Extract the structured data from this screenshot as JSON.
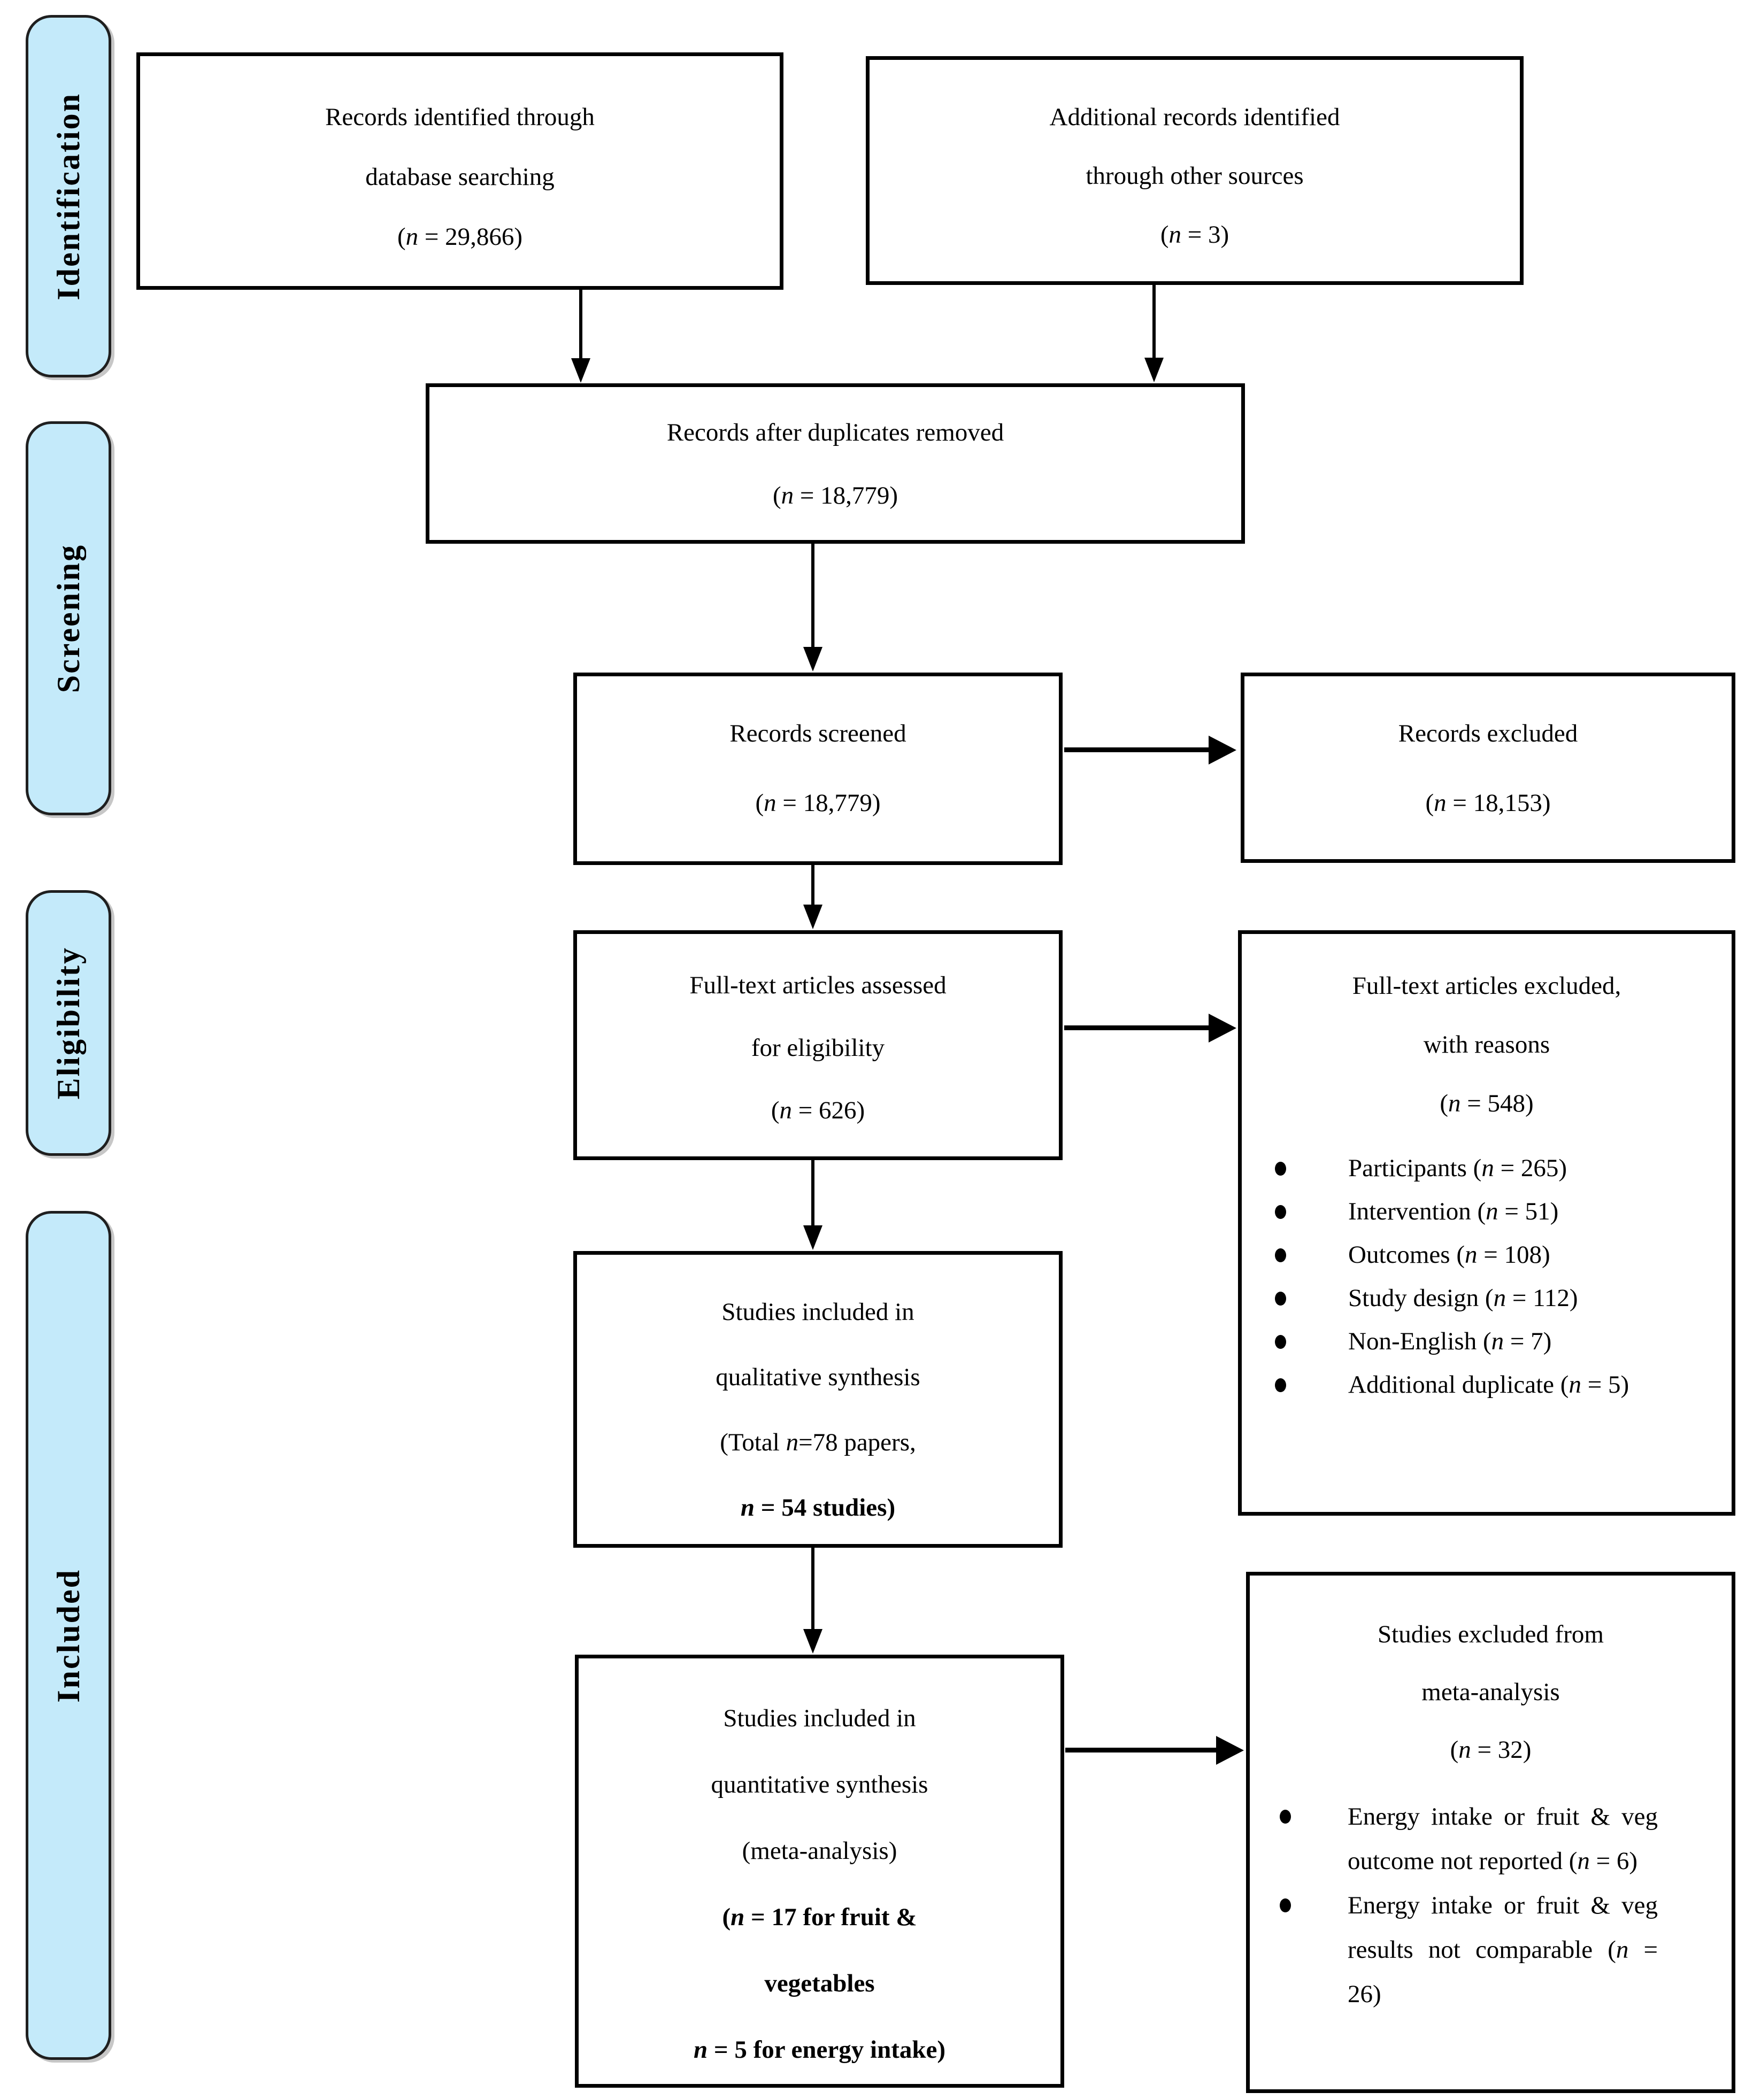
{
  "sidebar": {
    "identification": "Identification",
    "screening": "Screening",
    "eligibility": "Eligibility",
    "included": "Included"
  },
  "boxes": {
    "records_identified": {
      "lines": [
        "Records identified through",
        "database searching",
        "(n = 29,866)"
      ]
    },
    "additional_records": {
      "lines": [
        "Additional records identified",
        "through other sources",
        "(n = 3)"
      ]
    },
    "duplicates_removed": {
      "lines": [
        "Records after duplicates removed",
        "(n = 18,779)"
      ]
    },
    "records_screened": {
      "lines": [
        "Records screened",
        "(n = 18,779)"
      ]
    },
    "records_excluded": {
      "lines": [
        "Records excluded",
        "(n = 18,153)"
      ]
    },
    "fulltext_assessed": {
      "lines": [
        "Full-text articles assessed",
        "for eligibility",
        "(n = 626)"
      ]
    },
    "fulltext_excluded": {
      "heading": [
        "Full-text articles excluded,",
        "with reasons",
        "(n = 548)"
      ],
      "bullets": [
        "Participants (n = 265)",
        "Intervention (n = 51)",
        "Outcomes (n = 108)",
        "Study design (n = 112)",
        "Non-English (n = 7)",
        "Additional duplicate (n = 5)"
      ]
    },
    "qualitative_synthesis": {
      "lines": [
        "Studies included in",
        "qualitative synthesis",
        "(Total n=78 papers,",
        {
          "t": "n = 54 studies)",
          "b": true
        }
      ]
    },
    "quantitative_synthesis": {
      "lines": [
        "Studies included in",
        "quantitative synthesis",
        "(meta-analysis)",
        {
          "t": "(n = 17 for fruit &",
          "b": true
        },
        {
          "t": "vegetables",
          "b": true
        },
        {
          "t": "n = 5 for energy intake)",
          "b": true
        }
      ]
    },
    "meta_analysis_excluded": {
      "heading": [
        "Studies excluded from",
        "meta-analysis",
        "(n = 32)"
      ],
      "bullets": [
        "Energy intake or fruit & veg outcome not reported (n = 6)",
        "Energy intake or fruit & veg results not comparable (n = 26)"
      ]
    }
  },
  "colors": {
    "sidebar_fill": "#C4EAFA",
    "border": "#000000",
    "text": "#000000"
  }
}
